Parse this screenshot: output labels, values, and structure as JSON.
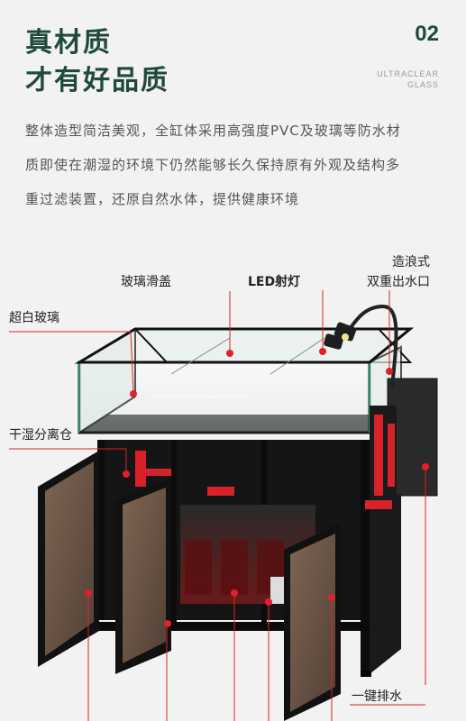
{
  "header": {
    "title_line1": "真材质",
    "title_line2": "才有好品质",
    "number": "02",
    "tagline_line1": "ULTRACLEAR",
    "tagline_line2": "GLASS"
  },
  "description": {
    "line1": "整体造型简洁美观，全缸体采用高强度PVC及玻璃等防水材",
    "line2": "质即使在潮湿的环境下仍然能够长久保持原有外观及结构多",
    "line3": "重过滤装置，还原自然水体，提供健康环境"
  },
  "callouts": {
    "glass_cover": "玻璃滑盖",
    "led_light": "LED射灯",
    "wave_outlet_line1": "造浪式",
    "wave_outlet_line2": "双重出水口",
    "ultra_clear_glass": "超白玻璃",
    "dry_wet_compartment": "干湿分离仓",
    "one_key_drain": "一键排水"
  },
  "colors": {
    "brand_green": "#1f4a3b",
    "accent_red": "#e0202a"
  }
}
